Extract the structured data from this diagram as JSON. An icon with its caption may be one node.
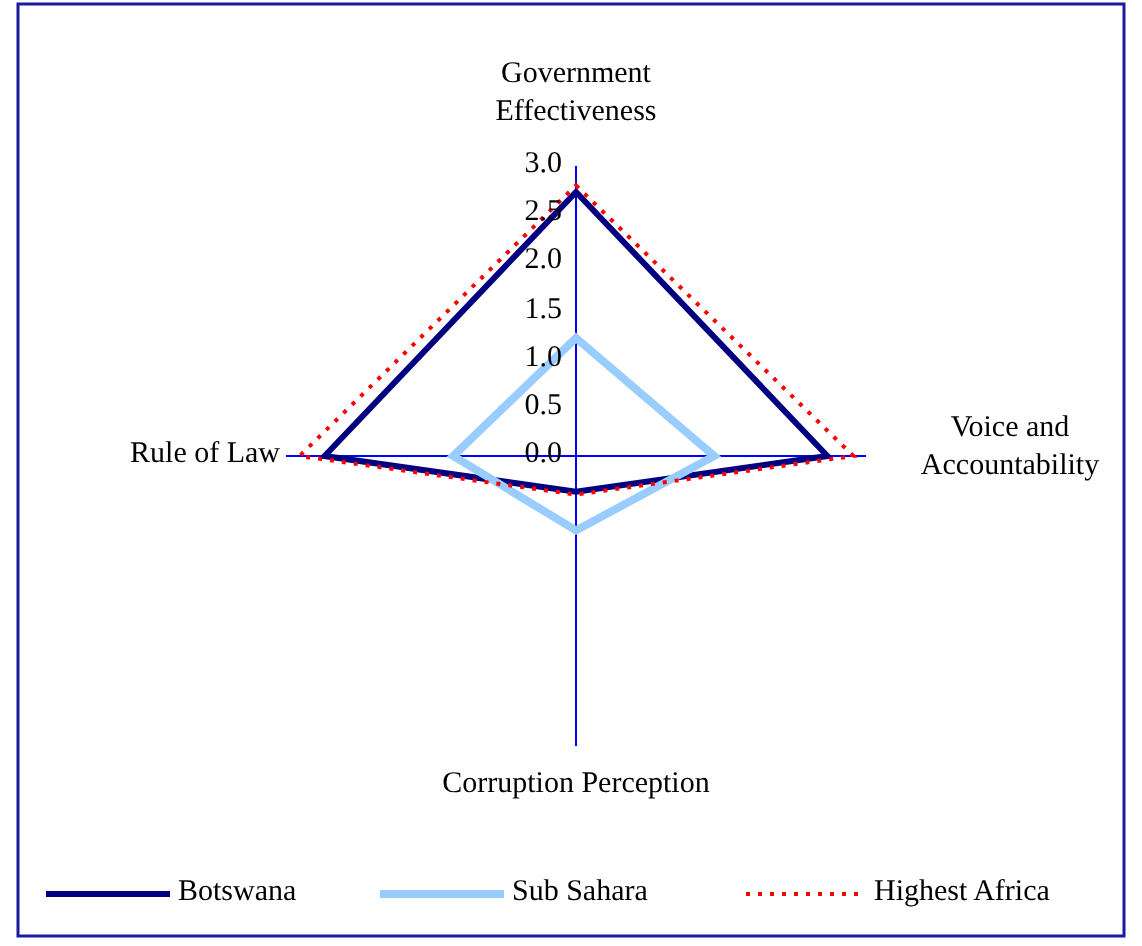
{
  "diagram": {
    "labels": [
      "Government Effectiveness",
      "3.0",
      "2.5",
      "2.0",
      "1.5",
      "1.0",
      "0.5",
      "Rule of Law",
      "0.0",
      "Voice and Accountability",
      "Corruption Perception"
    ],
    "legend": [
      {
        "text": "Botswana"
      },
      {
        "text": "Sub Sahara"
      },
      {
        "text": "Highest Africa"
      }
    ]
  }
}
